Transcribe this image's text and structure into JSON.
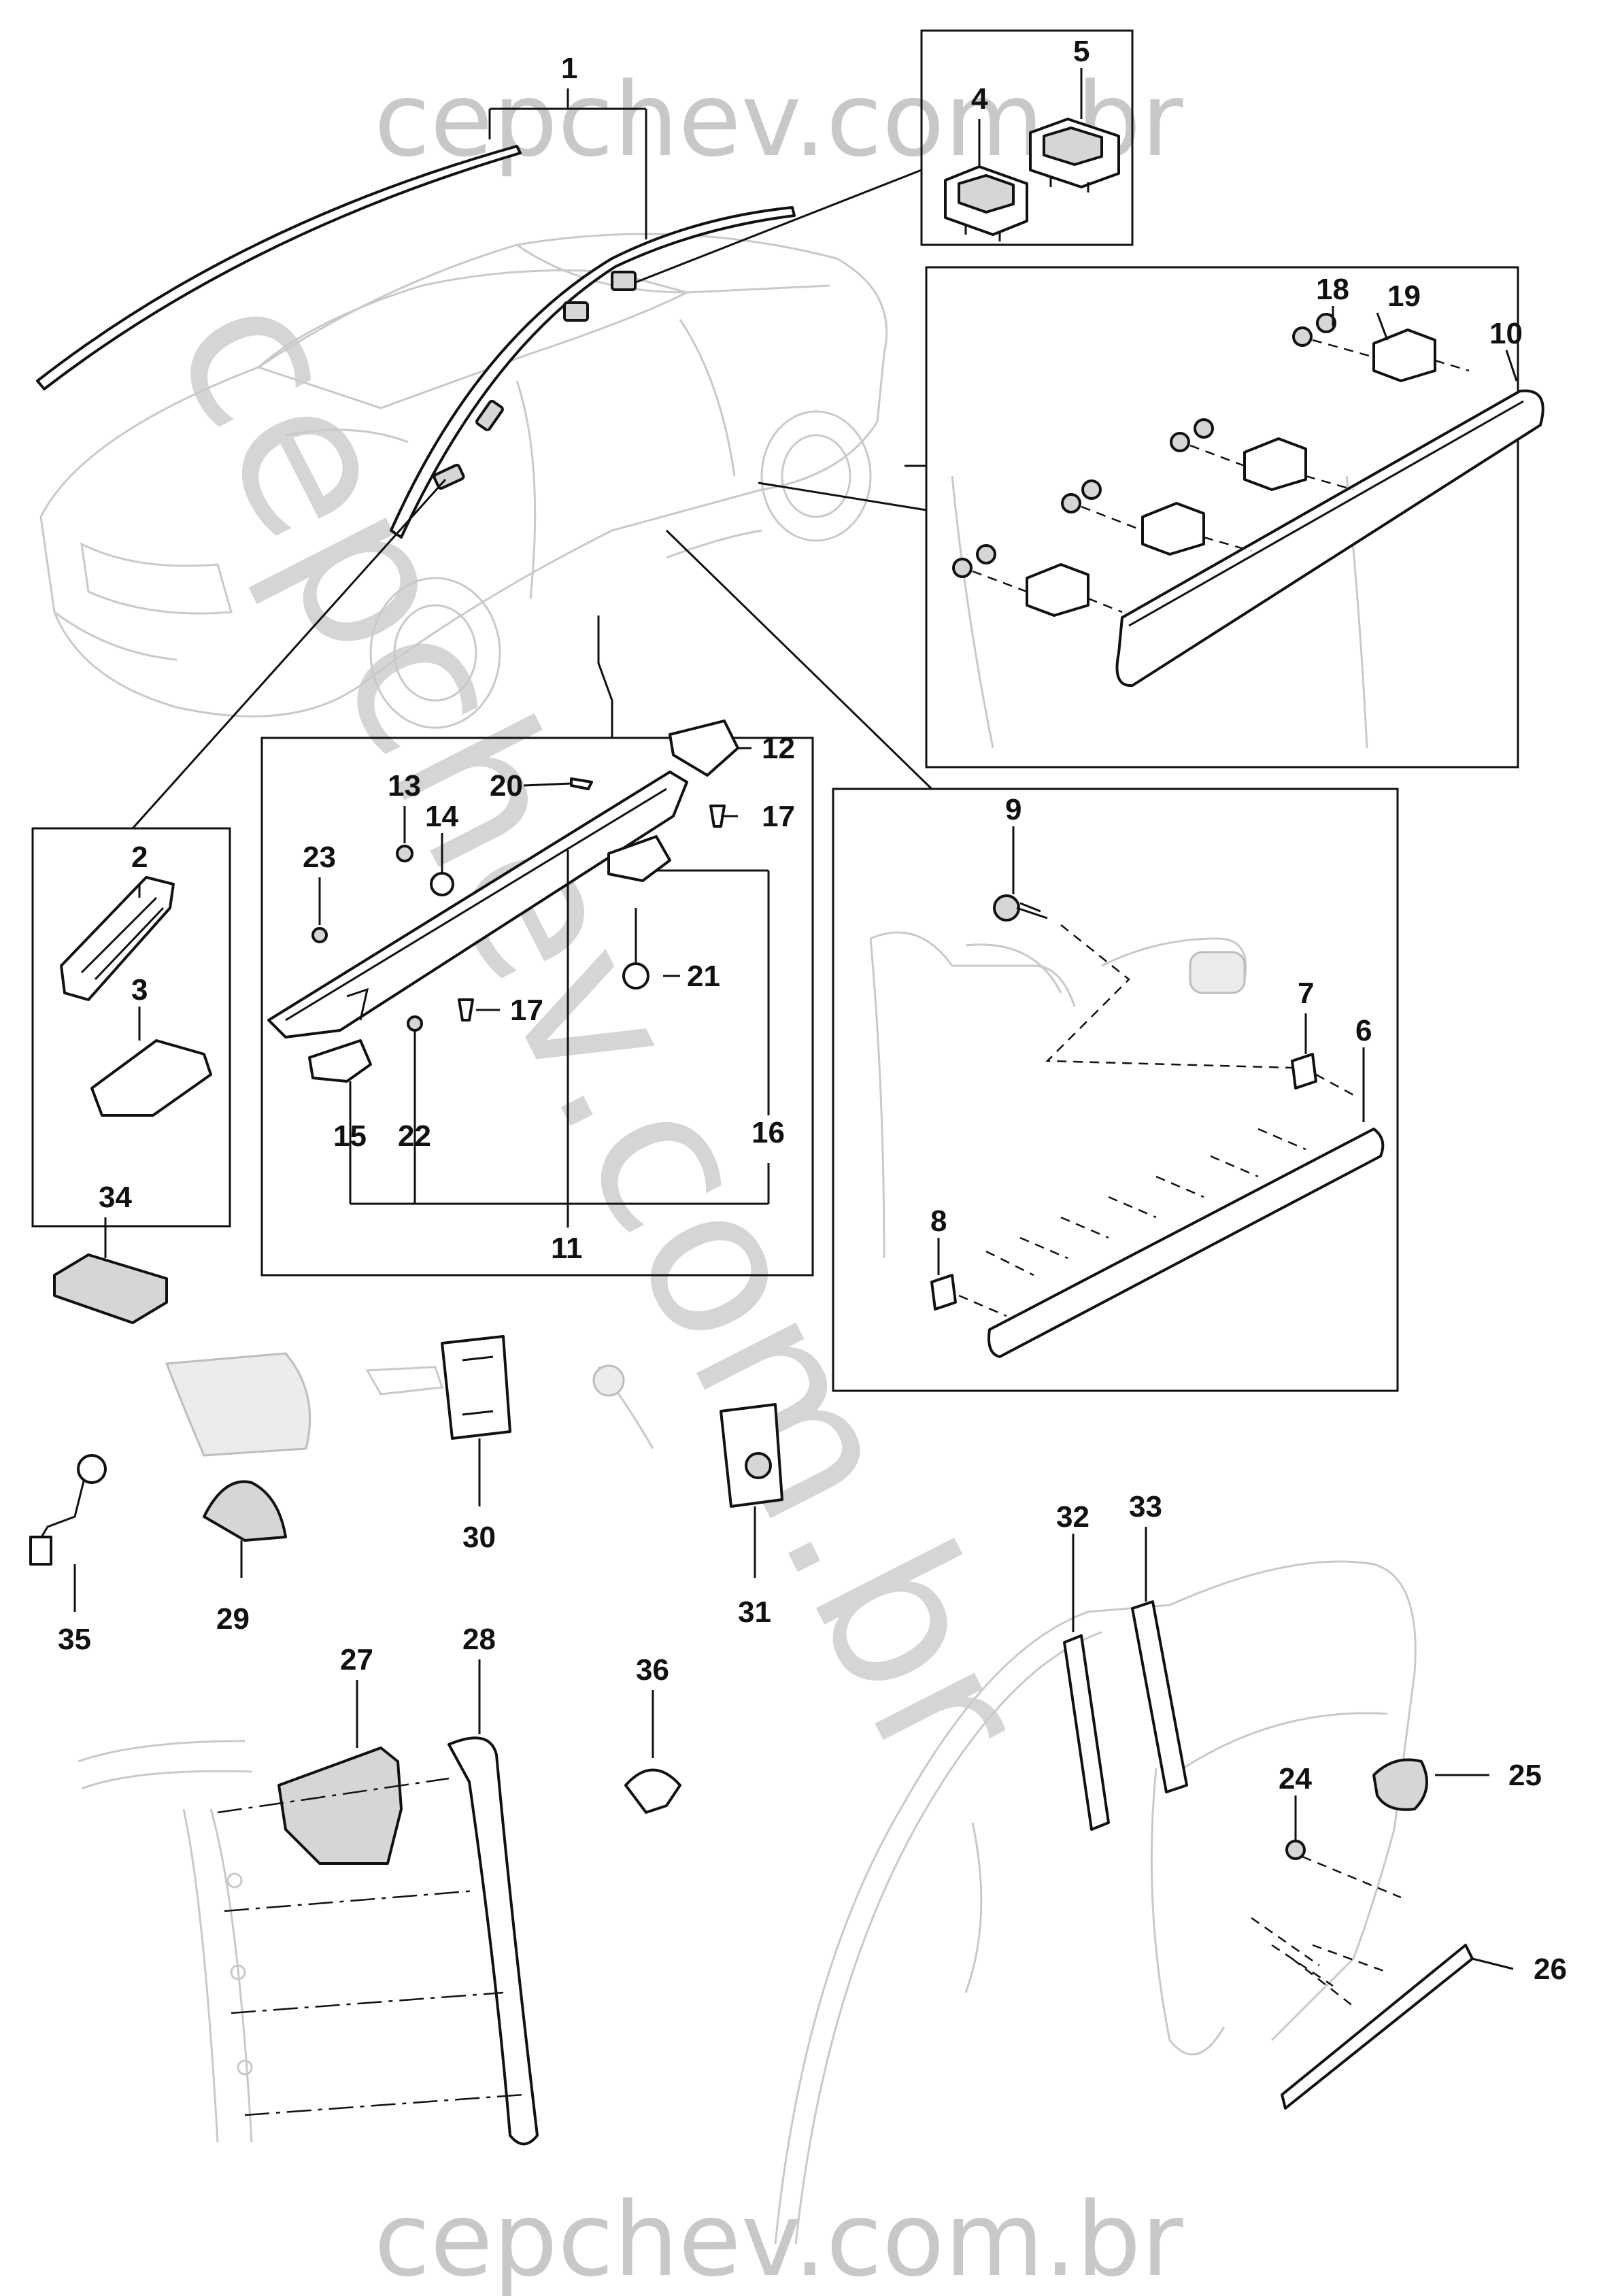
{
  "watermark": {
    "top": "cepchev.com.br",
    "bottom": "cepchev.com.br",
    "diagonal": "cepchev.com.br"
  },
  "callouts": {
    "c1": "1",
    "c2": "2",
    "c3": "3",
    "c4": "4",
    "c5": "5",
    "c6": "6",
    "c7": "7",
    "c8": "8",
    "c9": "9",
    "c10": "10",
    "c11": "11",
    "c12": "12",
    "c13": "13",
    "c14": "14",
    "c15": "15",
    "c16": "16",
    "c17a": "17",
    "c17b": "17",
    "c18": "18",
    "c19": "19",
    "c20": "20",
    "c21": "21",
    "c22": "22",
    "c23": "23",
    "c24": "24",
    "c25": "25",
    "c26": "26",
    "c27": "27",
    "c28": "28",
    "c29": "29",
    "c30": "30",
    "c31": "31",
    "c32": "32",
    "c33": "33",
    "c34": "34",
    "c35": "35",
    "c36": "36"
  }
}
